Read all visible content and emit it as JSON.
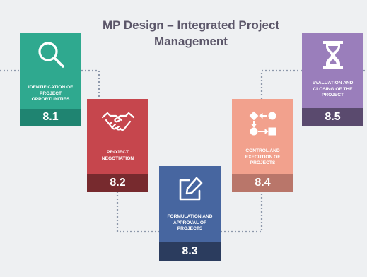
{
  "title": "MP Design – Integrated Project Management",
  "colors": {
    "background": "#eef0f2",
    "title": "#5b5669",
    "connector": "#8d98ab",
    "step_1": "#2fa98f",
    "step_2": "#c6464d",
    "step_3": "#4766a0",
    "step_4": "#f2a18d",
    "step_5": "#9a7ebb"
  },
  "steps": [
    {
      "label": "IDENTIFICATION OF PROJECT OPPORTUNITIES",
      "number": "8.1",
      "icon": "magnifier-icon"
    },
    {
      "label": "PROJECT NEGOTIATION",
      "number": "8.2",
      "icon": "handshake-icon"
    },
    {
      "label": "FORMULATION AND APPROVAL OF PROJECTS",
      "number": "8.3",
      "icon": "edit-icon"
    },
    {
      "label": "CONTROL AND EXECUTION OF PROJECTS",
      "number": "8.4",
      "icon": "flowchart-icon"
    },
    {
      "label": "EVALUATION AND CLOSING OF THE PROJECT",
      "number": "8.5",
      "icon": "hourglass-icon"
    }
  ]
}
